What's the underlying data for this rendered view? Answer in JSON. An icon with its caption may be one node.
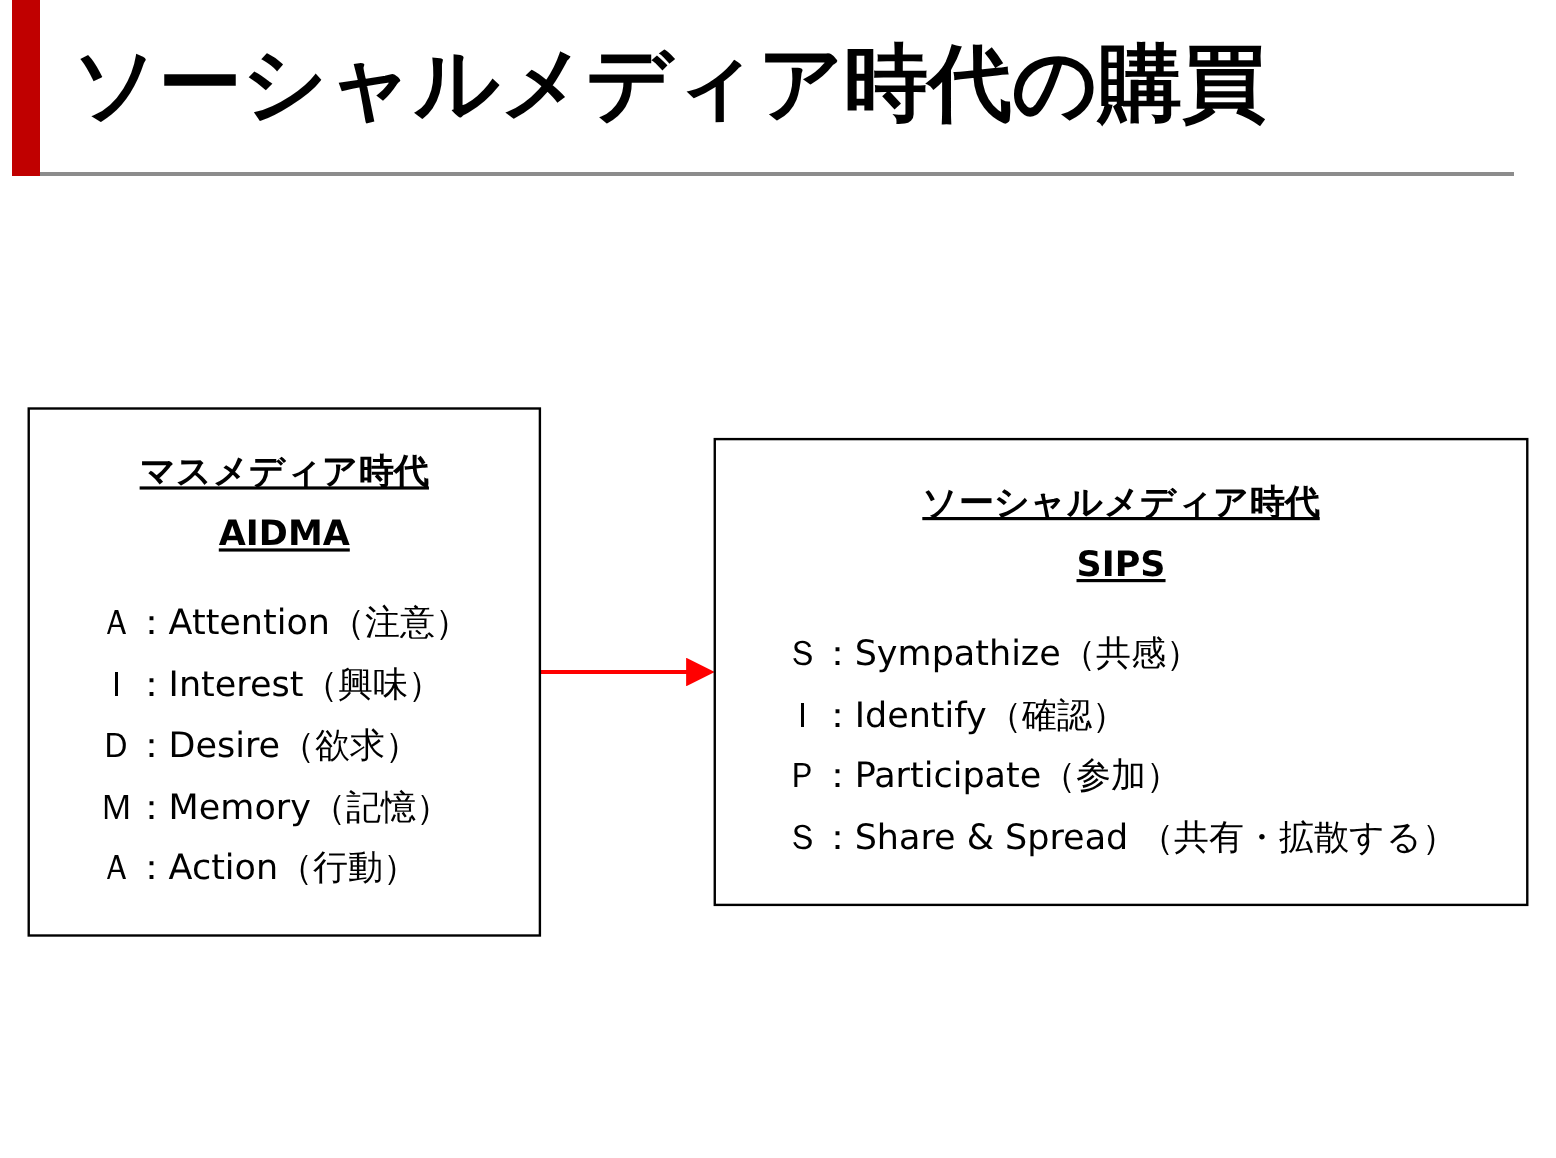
{
  "diagram": {
    "title": "ソーシャルメディア時代の購買",
    "nodes": [
      {
        "text": [
          "マスメディア時代",
          "AIDMA",
          "Ａ：Attention（注意）",
          "Ｉ：Interest（興味）",
          "Ｄ：Desire（欲求）",
          "Ｍ：Memory（記憶）",
          "Ａ：Action（行動）"
        ]
      },
      {
        "text": [
          "ソーシャルメディア時代",
          "SIPS",
          "Ｓ：Sympathize（共感）",
          "Ｉ：Identify（確認）",
          "Ｐ：Participate（参加）",
          "Ｓ：Share & Spread （共有・拡散する）"
        ]
      }
    ],
    "edges": [
      {
        "from": 0,
        "to": 1,
        "arrow": "to",
        "color": "#ff0000"
      }
    ]
  }
}
